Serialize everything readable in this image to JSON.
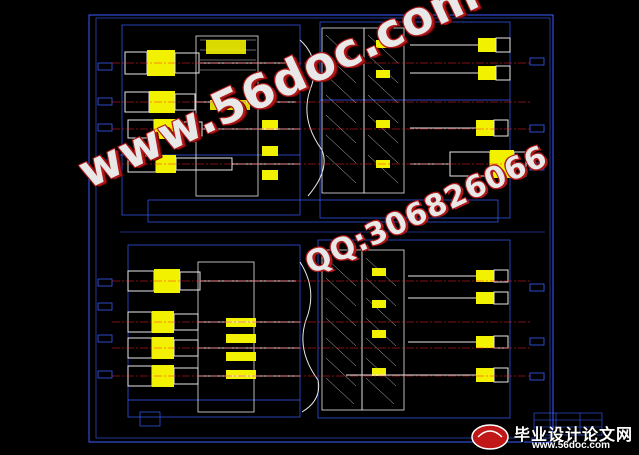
{
  "watermark": {
    "site": "www.56doc.com",
    "qq": "QQ:306826066"
  },
  "logo": {
    "chinese": "毕业设计论文网",
    "url": "www.56doc.com"
  },
  "colors": {
    "background": "#000000",
    "frame": "#3a5cff",
    "section": "#e8e8e8",
    "hatch": "#c8c8c8",
    "tool": "#f2f200",
    "centerline": "#ff2020",
    "watermark_fill": "#e8e8e8",
    "watermark_outline": "#b01818"
  }
}
